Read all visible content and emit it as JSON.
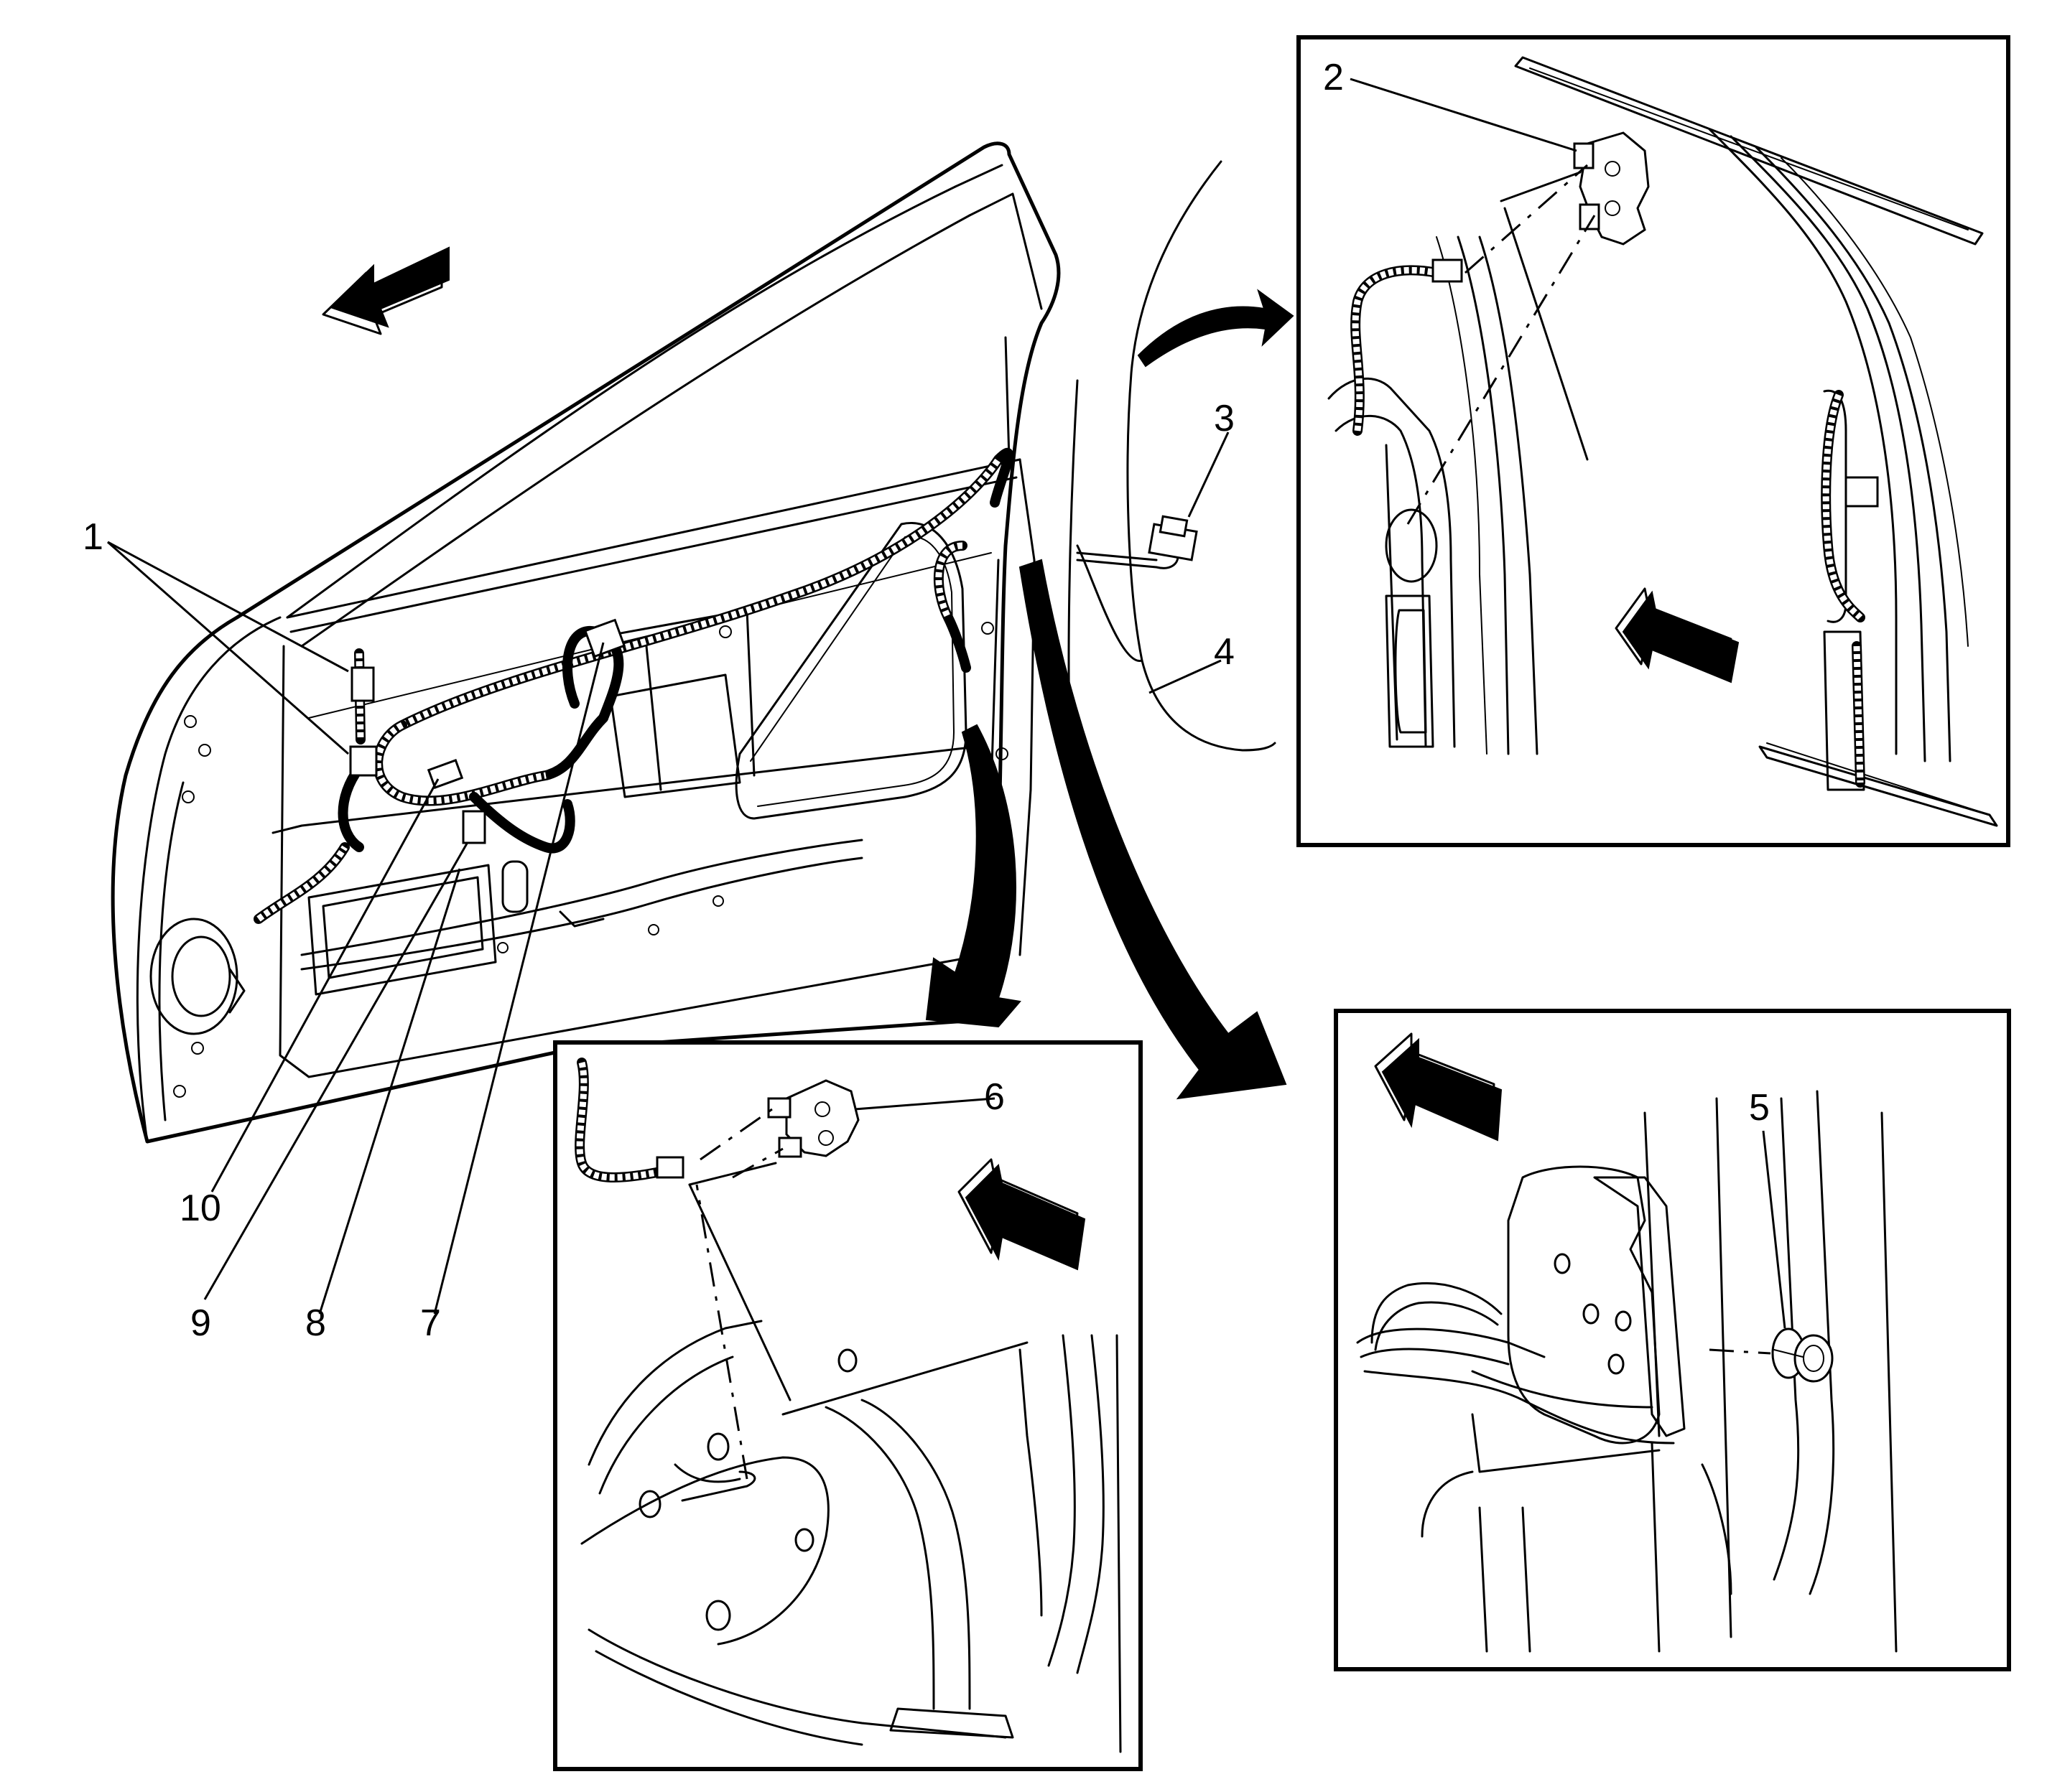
{
  "diagram": {
    "type": "exploded-parts-illustration",
    "subject": "front door wiring harness and side impact sensors",
    "style": "black line art on white",
    "callouts": [
      {
        "id": "c1",
        "label": "1"
      },
      {
        "id": "c2",
        "label": "2"
      },
      {
        "id": "c3",
        "label": "3"
      },
      {
        "id": "c4",
        "label": "4"
      },
      {
        "id": "c5",
        "label": "5"
      },
      {
        "id": "c6",
        "label": "6"
      },
      {
        "id": "c7",
        "label": "7"
      },
      {
        "id": "c8",
        "label": "8"
      },
      {
        "id": "c9",
        "label": "9"
      },
      {
        "id": "c10",
        "label": "10"
      }
    ],
    "inset_panels": [
      "top-right",
      "bottom-center",
      "bottom-right"
    ],
    "view_direction_arrows": 4,
    "colors": {
      "line": "#000000",
      "background": "#ffffff"
    }
  }
}
